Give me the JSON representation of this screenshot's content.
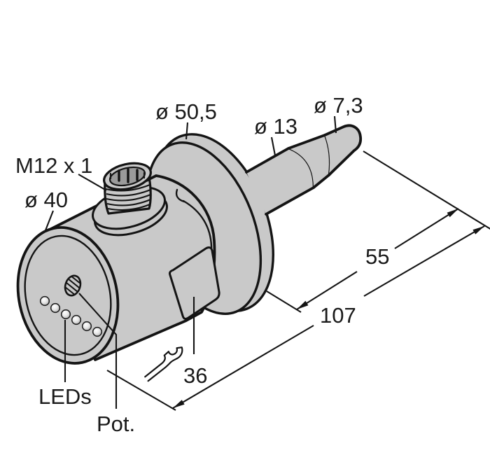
{
  "drawing": {
    "type": "technical-dimension-drawing",
    "subject": "flow sensor with flange, immersion probe, M12 connector, LEDs and potentiometer",
    "labels": {
      "flange_diameter": "ø 50,5",
      "tip_diameter": "ø 7,3",
      "shaft_diameter": "ø 13",
      "connector_thread": "M12 x 1",
      "body_diameter": "ø 40",
      "probe_length": "55",
      "total_length": "107",
      "wrench_size": "36",
      "leds": "LEDs",
      "pot": "Pot."
    },
    "icons": {
      "wrench": "open-end-wrench"
    },
    "colors": {
      "bg": "#ffffff",
      "fill_gray": "#c9c9c9",
      "stroke": "#141414",
      "connector_face": "#9b9b9b",
      "text_color": "#1a1a1a"
    }
  }
}
